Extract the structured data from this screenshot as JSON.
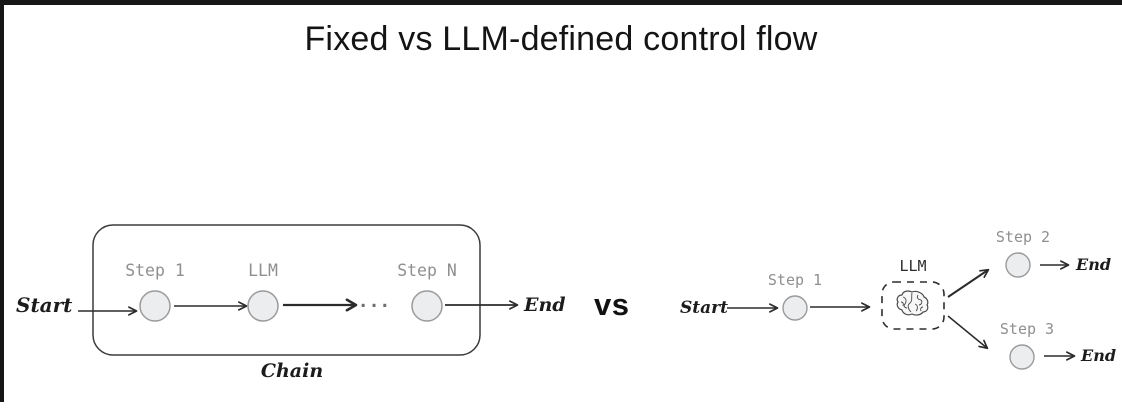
{
  "title": "Fixed vs LLM-defined control flow",
  "comparison_label": "vs",
  "left_diagram": {
    "start_label": "Start",
    "step_labels": [
      "Step 1",
      "LLM",
      "Step N"
    ],
    "ellipsis": "...",
    "end_label": "End",
    "container_label": "Chain"
  },
  "right_diagram": {
    "start_label": "Start",
    "step1_label": "Step 1",
    "llm_label": "LLM",
    "llm_icon": "brain-icon",
    "branches": [
      {
        "step_label": "Step 2",
        "end_label": "End"
      },
      {
        "step_label": "Step 3",
        "end_label": "End"
      }
    ]
  },
  "colors": {
    "background": "#ffffff",
    "frame": "#161616",
    "ink": "#2b2b2b",
    "node_fill": "#ebedee",
    "node_stroke": "#9a9a9a",
    "muted_label": "#8f8f8f",
    "title_text": "#141414"
  }
}
